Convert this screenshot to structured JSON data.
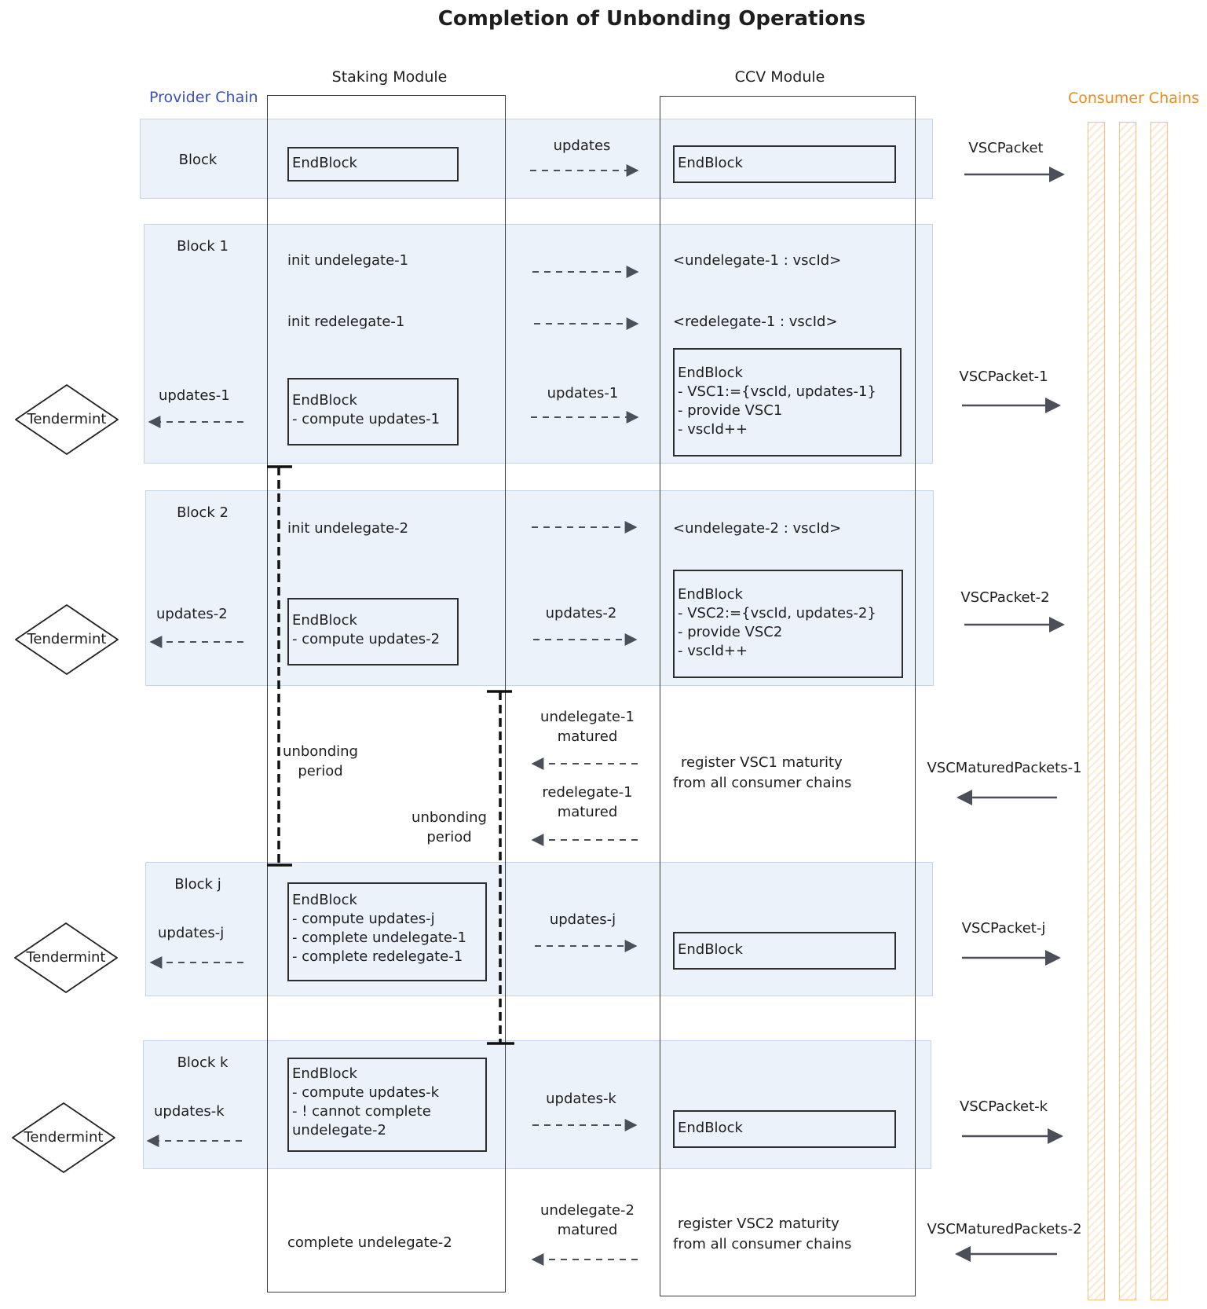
{
  "title": "Completion of Unbonding Operations",
  "headers": {
    "provider_chain": "Provider Chain",
    "staking_module": "Staking Module",
    "ccv_module": "CCV Module",
    "consumer_chains": "Consumer Chains"
  },
  "colors": {
    "provider_chain": "#3b4fb8",
    "consumer_chains": "#ee8a1e",
    "band": "#dbe7f5",
    "ink": "#1e1e1e",
    "arrow": "#4a4f59"
  },
  "blocks": {
    "block0": "Block",
    "block1": "Block 1",
    "block2": "Block 2",
    "blockj": "Block j",
    "blockk": "Block k"
  },
  "tendermint": "Tendermint",
  "staking": {
    "endblock0": [
      "EndBlock"
    ],
    "init_undelegate_1": "init undelegate-1",
    "init_redelegate_1": "init redelegate-1",
    "endblock1": [
      "EndBlock",
      "- compute updates-1"
    ],
    "init_undelegate_2": "init undelegate-2",
    "endblock2": [
      "EndBlock",
      "- compute updates-2"
    ],
    "unbonding_period_1": [
      "unbonding",
      "period"
    ],
    "unbonding_period_2": [
      "unbonding",
      "period"
    ],
    "endblockj": [
      "EndBlock",
      "- compute updates-j",
      "- complete undelegate-1",
      "- complete redelegate-1"
    ],
    "endblockk": [
      "EndBlock",
      "- compute updates-k",
      "- ! cannot complete",
      "undelegate-2"
    ],
    "complete_undelegate_2": "complete undelegate-2"
  },
  "ccv": {
    "endblock0": [
      "EndBlock"
    ],
    "undelegate_1_vscid": "<undelegate-1 : vscId>",
    "redelegate_1_vscid": "<redelegate-1 : vscId>",
    "endblock1": [
      "EndBlock",
      "- VSC1:={vscId, updates-1}",
      "- provide VSC1",
      "- vscId++"
    ],
    "undelegate_2_vscid": "<undelegate-2 : vscId>",
    "endblock2": [
      "EndBlock",
      "- VSC2:={vscId, updates-2}",
      "- provide VSC2",
      "- vscId++"
    ],
    "register_vsc1": [
      "register VSC1 maturity",
      "from all consumer chains"
    ],
    "endblockj": [
      "EndBlock"
    ],
    "endblockk": [
      "EndBlock"
    ],
    "register_vsc2": [
      "register VSC2 maturity",
      "from all consumer chains"
    ]
  },
  "mid_labels": {
    "updates": "updates",
    "updates_1": "updates-1",
    "updates_2": "updates-2",
    "undelegate_1_matured": [
      "undelegate-1",
      "matured"
    ],
    "redelegate_1_matured": [
      "redelegate-1",
      "matured"
    ],
    "updates_j": "updates-j",
    "updates_k": "updates-k",
    "undelegate_2_matured": [
      "undelegate-2",
      "matured"
    ]
  },
  "left_labels": {
    "updates_1": "updates-1",
    "updates_2": "updates-2",
    "updates_j": "updates-j",
    "updates_k": "updates-k"
  },
  "right_labels": {
    "vscpacket": "VSCPacket",
    "vscpacket_1": "VSCPacket-1",
    "vscpacket_2": "VSCPacket-2",
    "vscmatured_1": "VSCMaturedPackets-1",
    "vscpacket_j": "VSCPacket-j",
    "vscpacket_k": "VSCPacket-k",
    "vscmatured_2": "VSCMaturedPackets-2"
  }
}
